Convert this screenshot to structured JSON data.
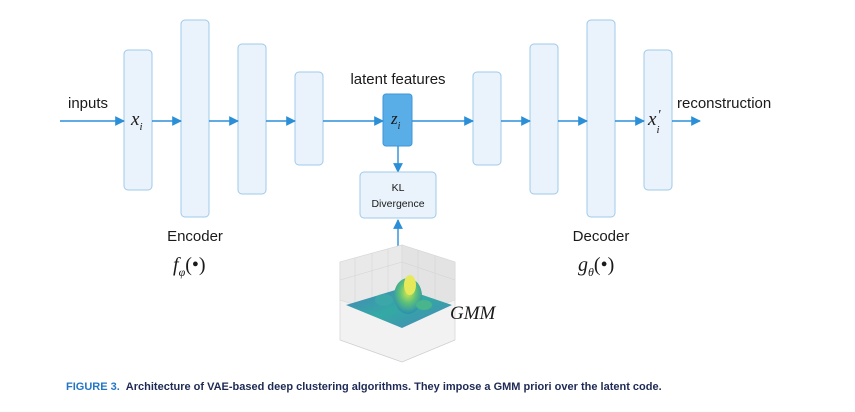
{
  "diagram": {
    "input_label": "inputs",
    "latent_label": "latent features",
    "output_label": "reconstruction",
    "encoder_label": "Encoder",
    "decoder_label": "Decoder",
    "x_in": "x",
    "x_in_sub": "i",
    "z": "z",
    "z_sub": "i",
    "x_out": "x",
    "x_out_prime": "'",
    "x_out_sub": "i",
    "kl_line1": "KL",
    "kl_line2": "Divergence",
    "gmm_label": "GMM",
    "enc_func": "f",
    "enc_sub": "φ",
    "enc_arg": "(•)",
    "dec_func": "g",
    "dec_sub": "θ",
    "dec_arg": "(•)"
  },
  "caption": {
    "figure": "FIGURE 3.",
    "text": "Architecture of VAE-based deep clustering algorithms. They impose a GMM priori over the latent code."
  },
  "colors": {
    "layer_fill": "#eaf3fb",
    "layer_stroke": "#9fc8ea",
    "arrow": "#2b8fd8",
    "latent_fill": "#5aaee8",
    "caption_figure": "#2476c4"
  }
}
